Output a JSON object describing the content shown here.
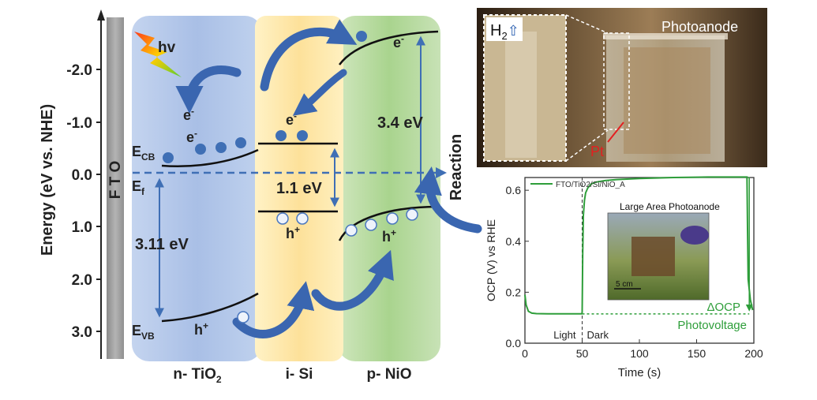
{
  "band_diagram": {
    "y_axis_label": "Energy (eV vs. NHE)",
    "y_ticks": [
      "-2.0",
      "-1.0",
      "0.0",
      "1.0",
      "2.0",
      "3.0"
    ],
    "fto_label": "F T O",
    "light_label": "hv",
    "layers": [
      {
        "label": "n- TiO2",
        "name": "n- TiO",
        "sub": "2",
        "color": "#a8c0e6"
      },
      {
        "label": "i- Si",
        "name": "i- Si",
        "sub": "",
        "color": "#fde8a8"
      },
      {
        "label": "p- NiO",
        "name": "p- NiO",
        "sub": "",
        "color": "#b9dca0"
      }
    ],
    "levels": {
      "ecb": "E",
      "ecb_sub": "CB",
      "ef": "E",
      "ef_sub": "f",
      "evb": "E",
      "evb_sub": "VB"
    },
    "gaps": {
      "tio2": "3.11 eV",
      "si": "1.1 eV",
      "nio": "3.4 eV"
    },
    "carriers": {
      "electron": "e",
      "electron_sup": "-",
      "hole": "h",
      "hole_sup": "+"
    },
    "reaction_label": "Reaction"
  },
  "photo": {
    "h2_label": "H",
    "h2_sub": "2",
    "h2_arrow": "⇧",
    "photoanode_label": "Photoanode",
    "pt_label": "Pt"
  },
  "chart_data": {
    "type": "line",
    "title": "",
    "xlabel": "Time (s)",
    "ylabel": "OCP (V) vs RHE",
    "xlim": [
      0,
      200
    ],
    "ylim": [
      0.0,
      0.65
    ],
    "xticks": [
      0,
      50,
      100,
      150,
      200
    ],
    "yticks": [
      0.0,
      0.2,
      0.4,
      0.6
    ],
    "grid": false,
    "legend_position": "top-left",
    "series": [
      {
        "name": "FTO/TiO2/Si/NiO_A",
        "color": "#2e9e3a",
        "x": [
          0,
          1,
          3,
          6,
          10,
          20,
          30,
          40,
          48,
          49.5,
          50,
          50.5,
          51,
          52,
          53,
          55,
          58,
          62,
          70,
          80,
          100,
          130,
          160,
          190,
          194,
          194.5,
          195,
          197,
          199
        ],
        "y": [
          0.19,
          0.15,
          0.125,
          0.118,
          0.116,
          0.115,
          0.115,
          0.115,
          0.115,
          0.115,
          0.12,
          0.35,
          0.5,
          0.56,
          0.59,
          0.61,
          0.625,
          0.632,
          0.638,
          0.642,
          0.646,
          0.65,
          0.652,
          0.652,
          0.652,
          0.45,
          0.25,
          0.17,
          0.13
        ]
      }
    ],
    "annotations": {
      "light": "Light",
      "dark": "Dark",
      "delta_ocp": "ΔOCP",
      "photovoltage": "Photovoltage",
      "inset_title": "Large Area Photoanode",
      "scale_bar": "5 cm"
    }
  }
}
